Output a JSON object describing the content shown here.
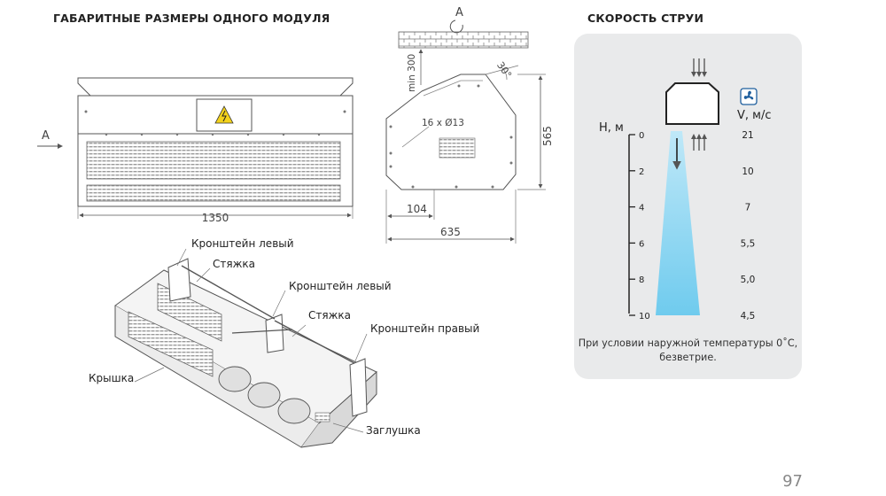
{
  "left_title": "ГАБАРИТНЫЕ РАЗМЕРЫ ОДНОГО МОДУЛЯ",
  "right_title": "СКОРОСТЬ СТРУИ",
  "view_marker": "A",
  "dimensions": {
    "width": "1350",
    "depth": "635",
    "height": "565",
    "offset": "104",
    "min_wall": "min 300",
    "angle": "30°",
    "holes": "16 x Ø13"
  },
  "parts": {
    "bracket_left_1": "Кронштейн левый",
    "tie_1": "Стяжка",
    "bracket_left_2": "Кронштейн левый",
    "tie_2": "Стяжка",
    "bracket_right": "Кронштейн правый",
    "cover": "Крышка",
    "plug": "Заглушка"
  },
  "velocity_chart": {
    "h_label": "Н, м",
    "v_label": "V, м/с",
    "h_ticks": [
      "0",
      "2",
      "4",
      "6",
      "8",
      "10"
    ],
    "v_values": [
      "21",
      "10",
      "7",
      "5,5",
      "5,0",
      "4,5"
    ],
    "note": "При условии наружной температуры 0˚С, безветрие.",
    "fan_icon": "fan-icon",
    "jet_color": "#8fd6f0"
  },
  "page_number": "97"
}
